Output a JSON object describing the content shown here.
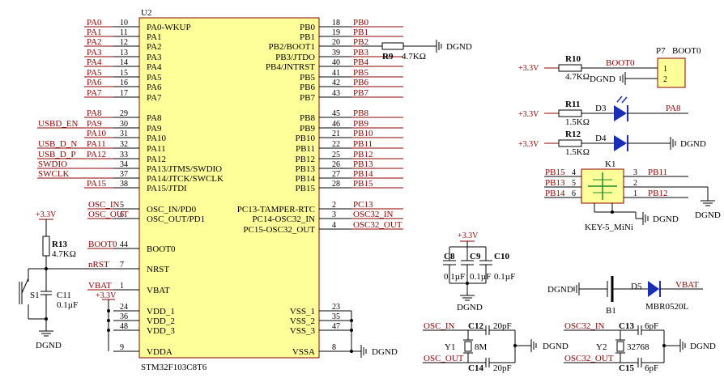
{
  "mcu": {
    "ref": "U2",
    "part": "STM32F103C8T6",
    "left_pins": [
      {
        "num": "10",
        "name": "PA0-WKUP",
        "net": "PA0"
      },
      {
        "num": "11",
        "name": "PA1",
        "net": "PA1"
      },
      {
        "num": "12",
        "name": "PA2",
        "net": "PA2"
      },
      {
        "num": "13",
        "name": "PA3",
        "net": "PA3"
      },
      {
        "num": "14",
        "name": "PA4",
        "net": "PA4"
      },
      {
        "num": "15",
        "name": "PA5",
        "net": "PA5"
      },
      {
        "num": "16",
        "name": "PA6",
        "net": "PA6"
      },
      {
        "num": "17",
        "name": "PA7",
        "net": "PA7"
      },
      {
        "num": "29",
        "name": "PA8",
        "net": "PA8"
      },
      {
        "num": "30",
        "name": "PA9",
        "net": "PA9"
      },
      {
        "num": "31",
        "name": "PA10",
        "net": "PA10"
      },
      {
        "num": "32",
        "name": "PA11",
        "net": "PA11"
      },
      {
        "num": "33",
        "name": "PA12",
        "net": "PA12"
      },
      {
        "num": "34",
        "name": "PA13/JTMS/SWDIO",
        "net": ""
      },
      {
        "num": "37",
        "name": "PA14/JTCK/SWCLK",
        "net": ""
      },
      {
        "num": "38",
        "name": "PA15/JTDI",
        "net": "PA15"
      },
      {
        "num": "5",
        "name": "OSC_IN/PD0",
        "net": "OSC_IN"
      },
      {
        "num": "6",
        "name": "OSC_OUT/PD1",
        "net": "OSC_OUT"
      },
      {
        "num": "44",
        "name": "BOOT0",
        "net": "BOOT0"
      },
      {
        "num": "7",
        "name": "NRST",
        "net": "nRST"
      },
      {
        "num": "1",
        "name": "VBAT",
        "net": "VBAT"
      },
      {
        "num": "24",
        "name": "VDD_1",
        "net": ""
      },
      {
        "num": "36",
        "name": "VDD_2",
        "net": ""
      },
      {
        "num": "48",
        "name": "VDD_3",
        "net": ""
      },
      {
        "num": "9",
        "name": "VDDA",
        "net": ""
      }
    ],
    "right_pins": [
      {
        "num": "18",
        "name": "PB0",
        "net": "PB0"
      },
      {
        "num": "19",
        "name": "PB1",
        "net": "PB1"
      },
      {
        "num": "20",
        "name": "PB2/BOOT1",
        "net": "PB2"
      },
      {
        "num": "39",
        "name": "PB3/JTDO",
        "net": "PB3"
      },
      {
        "num": "40",
        "name": "PB4/JNTRST",
        "net": "PB4"
      },
      {
        "num": "41",
        "name": "PB5",
        "net": "PB5"
      },
      {
        "num": "42",
        "name": "PB6",
        "net": "PB6"
      },
      {
        "num": "43",
        "name": "PB7",
        "net": "PB7"
      },
      {
        "num": "45",
        "name": "PB8",
        "net": "PB8"
      },
      {
        "num": "46",
        "name": "PB9",
        "net": "PB9"
      },
      {
        "num": "21",
        "name": "PB10",
        "net": "PB10"
      },
      {
        "num": "22",
        "name": "PB11",
        "net": "PB11"
      },
      {
        "num": "25",
        "name": "PB12",
        "net": "PB12"
      },
      {
        "num": "26",
        "name": "PB13",
        "net": "PB13"
      },
      {
        "num": "27",
        "name": "PB14",
        "net": "PB14"
      },
      {
        "num": "28",
        "name": "PB15",
        "net": "PB15"
      },
      {
        "num": "2",
        "name": "PC13-TAMPER-RTC",
        "net": "PC13"
      },
      {
        "num": "3",
        "name": "PC14-OSC32_IN",
        "net": "OSC32_IN"
      },
      {
        "num": "4",
        "name": "PC15-OSC32_OUT",
        "net": "OSC32_OUT"
      },
      {
        "num": "23",
        "name": "VSS_1",
        "net": ""
      },
      {
        "num": "35",
        "name": "VSS_2",
        "net": ""
      },
      {
        "num": "47",
        "name": "VSS_3",
        "net": ""
      },
      {
        "num": "8",
        "name": "VSSA",
        "net": ""
      }
    ],
    "extra_nets": {
      "usbd_en": "USBD_EN",
      "usb_dn": "USB_D_N",
      "usb_dp": "USB_D_P",
      "swdio": "SWDIO",
      "swclk": "SWCLK"
    }
  },
  "power": {
    "vcc": "+3.3V",
    "gnd": "DGND"
  },
  "r9": {
    "ref": "R9",
    "value": "4.7KΩ"
  },
  "r13": {
    "ref": "R13",
    "value": "4.7KΩ"
  },
  "c11": {
    "ref": "C11",
    "value": "0.1µF"
  },
  "s1": {
    "ref": "S1"
  },
  "boot": {
    "r10_ref": "R10",
    "r10_val": "4.7KΩ",
    "net": "BOOT0",
    "header_ref": "P7",
    "header_name": "BOOT0",
    "pin1": "1",
    "pin2": "2"
  },
  "leds": {
    "r11_ref": "R11",
    "r11_val": "1.5KΩ",
    "d3": "D3",
    "net_a8": "PA8",
    "r12_ref": "R12",
    "r12_val": "1.5KΩ",
    "d4": "D4"
  },
  "key": {
    "ref": "K1",
    "part": "KEY-5_MiNi",
    "l_nets": [
      "PB15",
      "PB13",
      "PB14"
    ],
    "l_nums": [
      "4",
      "5",
      "6"
    ],
    "r_nums": [
      "3",
      "2",
      "1"
    ],
    "r_nets": [
      "PB11",
      "",
      "PB12"
    ]
  },
  "decoupling": {
    "c8": "C8",
    "c9": "C9",
    "c10": "C10",
    "val": "0.1µF"
  },
  "battery": {
    "ref": "B1",
    "d5": "D5",
    "d5_part": "MBR0520L",
    "net": "VBAT"
  },
  "osc": {
    "y1": "Y1",
    "y1_val": "8M",
    "c12": "C12",
    "c12_val": "20pF",
    "c14": "C14",
    "c14_val": "20pF",
    "in": "OSC_IN",
    "out": "OSC_OUT"
  },
  "osc32": {
    "y2": "Y2",
    "y2_val": "32768",
    "c13": "C13",
    "c13_val": "6pF",
    "c15": "C15",
    "c15_val": "6pF",
    "in": "OSC32_IN",
    "out": "OSC32_OUT"
  }
}
